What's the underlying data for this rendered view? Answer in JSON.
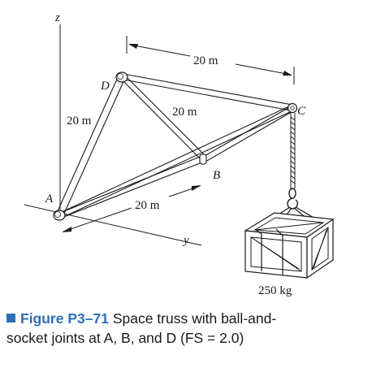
{
  "figure": {
    "axis_z": "z",
    "axis_y": "y",
    "label_a": "A",
    "label_b": "B",
    "label_c": "C",
    "label_d": "D",
    "dim_dc": "20 m",
    "dim_ad": "20 m",
    "dim_dbc": "20 m",
    "dim_ab": "20 m",
    "load": "250 kg"
  },
  "caption": {
    "number": "Figure P3–71",
    "line1_rest": "Space truss with ball-and-",
    "line2": "socket joints at A, B, and D (FS = 2.0)"
  },
  "colors": {
    "accent": "#2d6fb5",
    "ink": "#1a1a1a"
  }
}
